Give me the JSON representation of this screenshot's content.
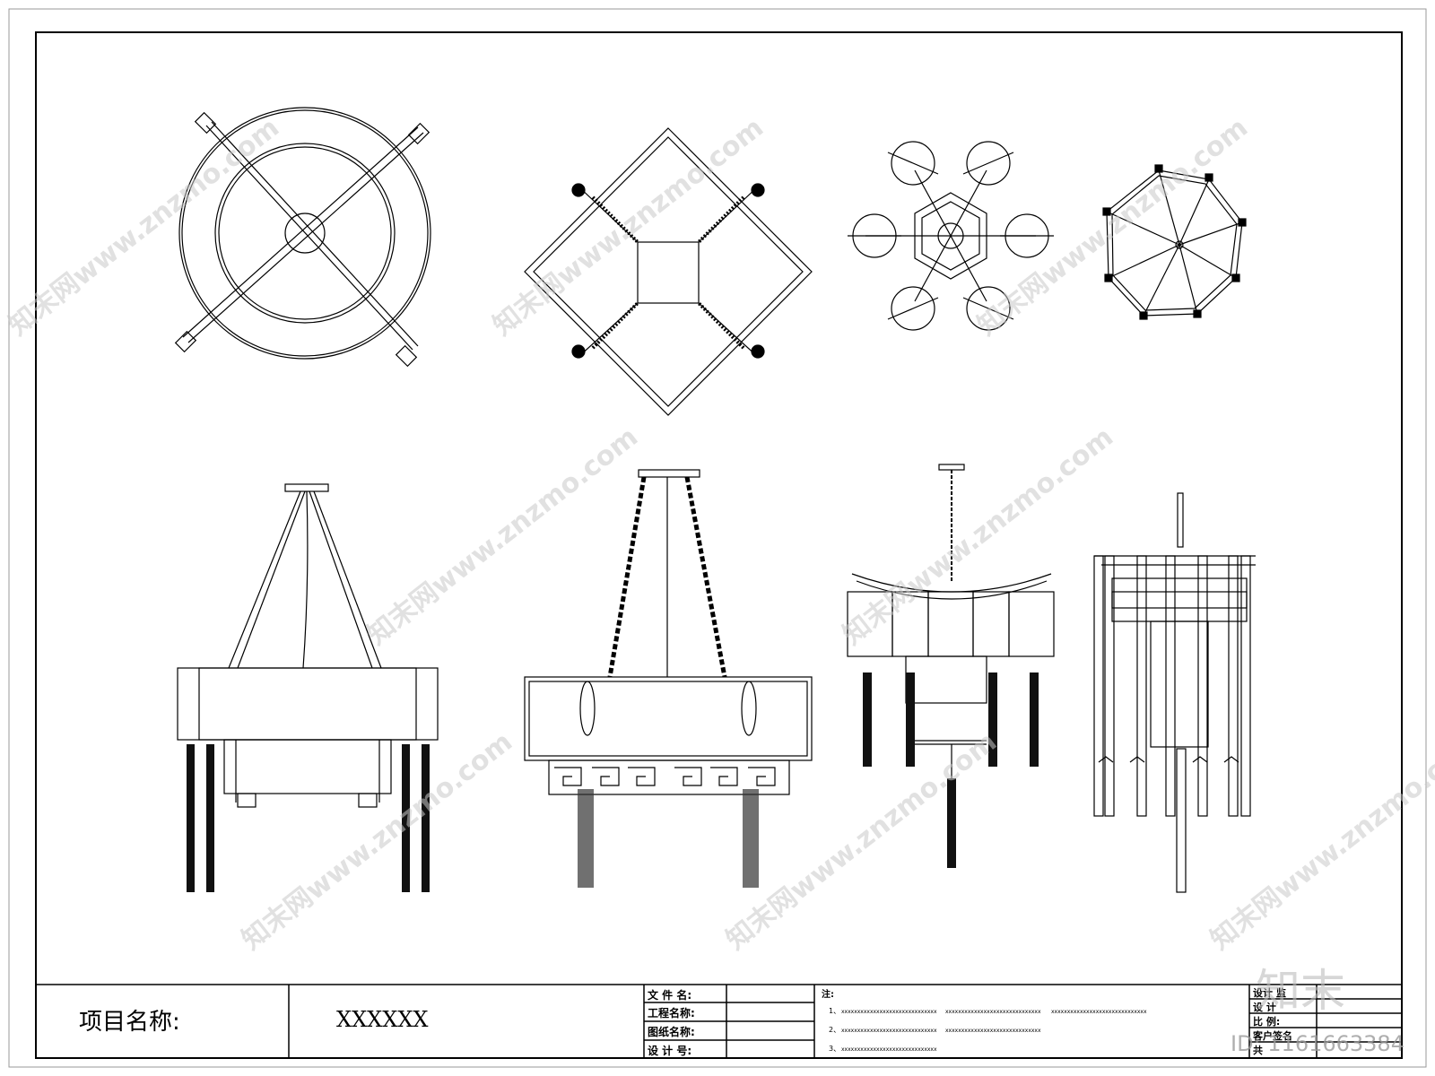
{
  "title_block": {
    "project_label": "项目名称:",
    "project_value": "XXXXXX",
    "fields": [
      {
        "label": "文 件 名:",
        "value": ""
      },
      {
        "label": "工程名称:",
        "value": ""
      },
      {
        "label": "图纸名称:",
        "value": ""
      },
      {
        "label": "设 计 号:",
        "value": ""
      }
    ],
    "notes_label": "注:",
    "notes": [
      {
        "num": "1、",
        "cols": [
          "xxxxxxxxxxxxxxxxxxxxxxxxxxxxxx",
          "xxxxxxxxxxxxxxxxxxxxxxxxxxxxxx",
          "xxxxxxxxxxxxxxxxxxxxxxxxxxxxxx"
        ]
      },
      {
        "num": "2、",
        "cols": [
          "xxxxxxxxxxxxxxxxxxxxxxxxxxxxxx",
          "xxxxxxxxxxxxxxxxxxxxxxxxxxxxxx",
          ""
        ]
      },
      {
        "num": "3、",
        "cols": [
          "xxxxxxxxxxxxxxxxxxxxxxxxxxxxxx",
          "",
          ""
        ]
      }
    ],
    "right_fields": [
      {
        "label": "设计 监",
        "value": ""
      },
      {
        "label": "设 计",
        "value": ""
      },
      {
        "label": "比 例:",
        "value": ""
      },
      {
        "label": "客户签名",
        "value": ""
      },
      {
        "label": "共",
        "value": ""
      }
    ]
  },
  "watermark": {
    "text": "知末网www.znzmo.com",
    "logo": "知末",
    "id_text": "ID: 1161663384"
  }
}
